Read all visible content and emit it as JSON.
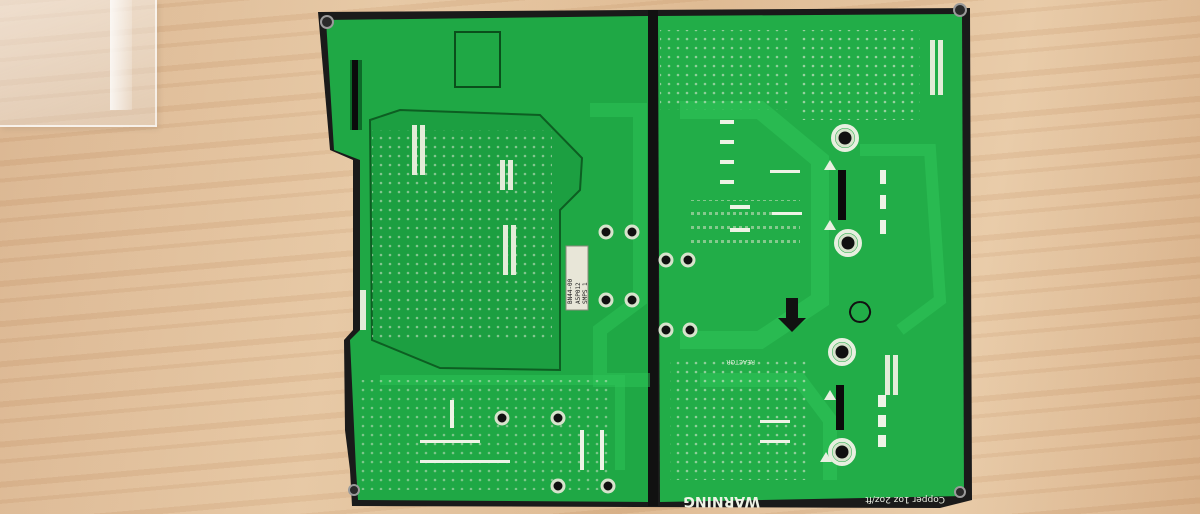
{
  "sticker": {
    "lines": [
      "BN44-00",
      "A5P012",
      "SMPS 1"
    ]
  },
  "silkscreen": {
    "warning": "WARNING",
    "bottom_text": "Copper 1oz 2oz/ft",
    "reactor_label": "REACTOR"
  },
  "colors": {
    "pcb_green": "#1fa845",
    "pcb_dark": "#0f7a2c",
    "board_edge": "#1a1a1a",
    "wood": "#e0bf9a"
  }
}
